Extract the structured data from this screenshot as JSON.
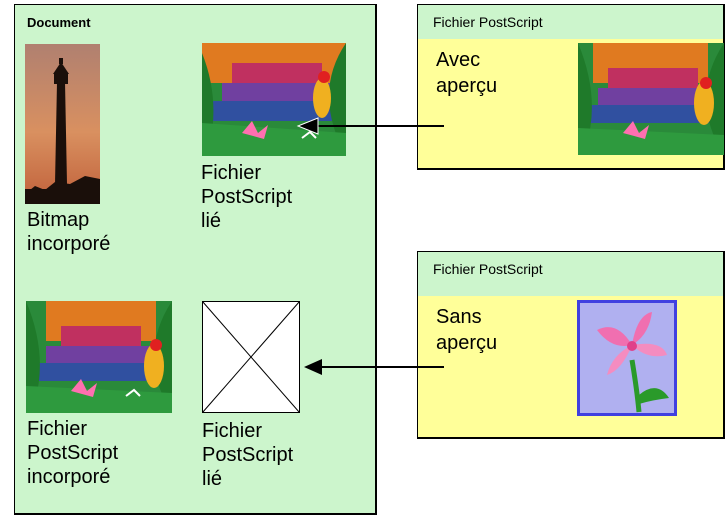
{
  "document": {
    "title": "Document",
    "items": [
      {
        "label_line1": "Bitmap",
        "label_line2": "incorporé"
      },
      {
        "label_line1": "Fichier",
        "label_line2": "PostScript",
        "label_line3": "lié"
      },
      {
        "label_line1": "Fichier",
        "label_line2": "PostScript",
        "label_line3": "incorporé"
      },
      {
        "label_line1": "Fichier",
        "label_line2": "PostScript",
        "label_line3": "lié"
      }
    ]
  },
  "ps_with_preview": {
    "header": "Fichier PostScript",
    "line1": "Avec",
    "line2": "aperçu"
  },
  "ps_without_preview": {
    "header": "Fichier PostScript",
    "line1": "Sans",
    "line2": "aperçu"
  },
  "colors": {
    "document_bg": "#ccf5cc",
    "ps_bg": "#ffff99",
    "ps_header_bg": "#ccf5cc"
  }
}
